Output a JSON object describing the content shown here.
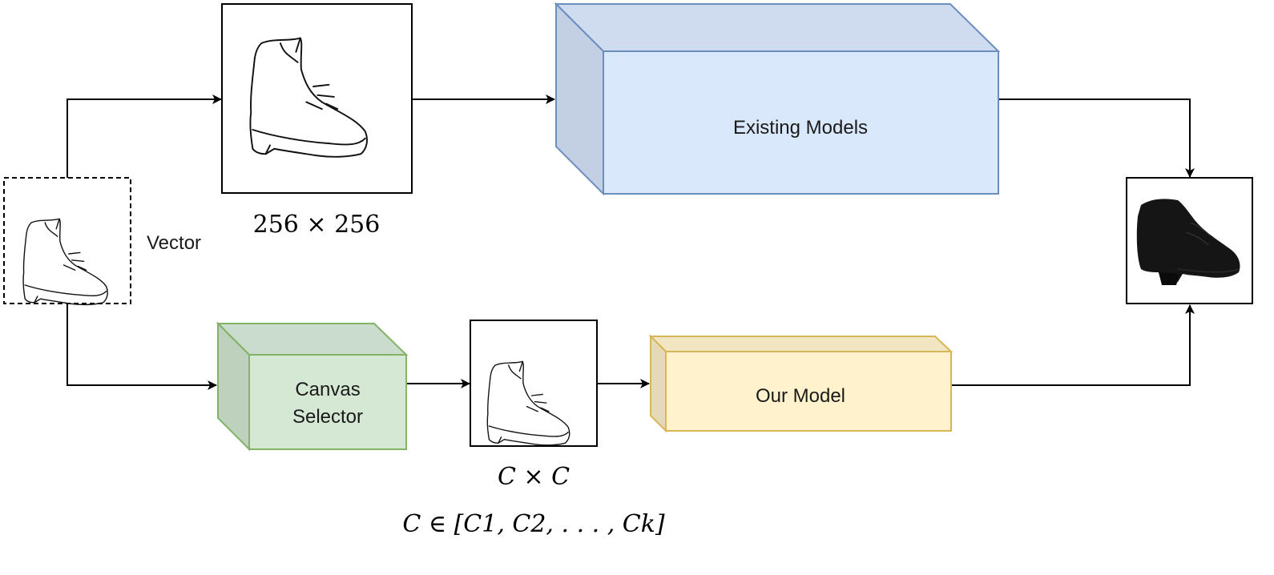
{
  "nodes": {
    "vector_label": "Vector",
    "existing_models": "Existing Models",
    "canvas_selector_line1": "Canvas",
    "canvas_selector_line2": "Selector",
    "our_model": "Our Model"
  },
  "annotations": {
    "fixed_size": "256 × 256",
    "canvas_size": "C × C",
    "canvas_set": "C ∈ [C1, C2, . . . , Ck]"
  },
  "colors": {
    "existing_front": "#dae8fc",
    "existing_top": "#cfdcef",
    "existing_side": "#c3cfe2",
    "existing_stroke": "#6c8ebf",
    "selector_front": "#d5e8d4",
    "selector_top": "#cadccb",
    "selector_side": "#bdd1bd",
    "selector_stroke": "#82b366",
    "ours_front": "#fff2cc",
    "ours_top": "#f2e5c2",
    "ours_side": "#e6dab6",
    "ours_stroke": "#d6b656"
  },
  "icons": {
    "input_sketch": "boot-sketch-icon",
    "output_photo": "boot-photo-icon"
  }
}
